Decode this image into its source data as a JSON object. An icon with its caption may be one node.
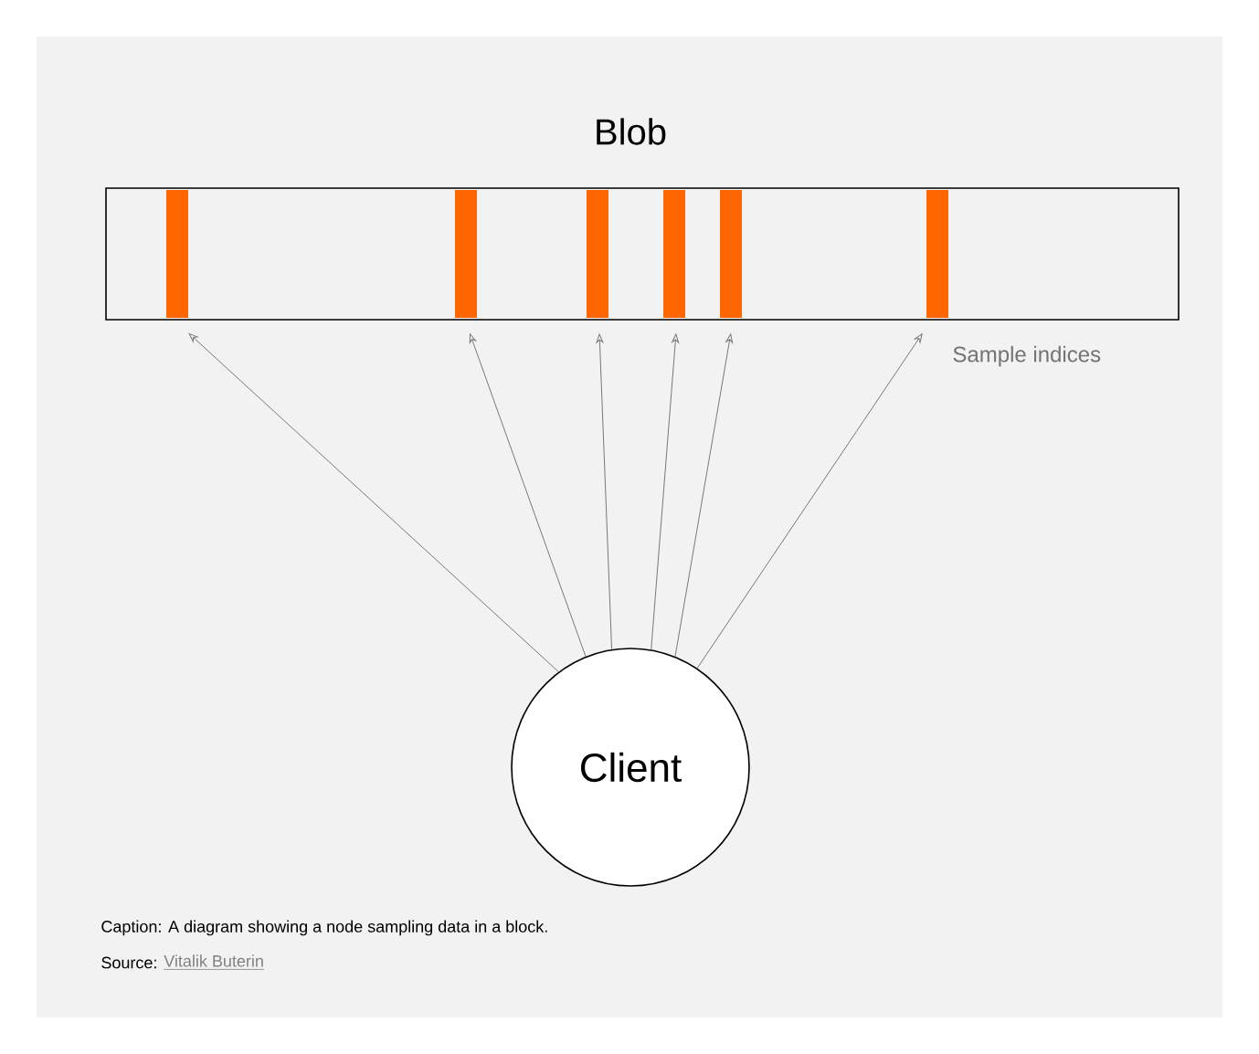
{
  "diagram": {
    "caption": "Caption: A diagram showing a node sampling data in a block.",
    "nodes": [
      {
        "text": [
          "Blob"
        ]
      },
      {
        "text": [],
        "shape": "bar",
        "in": 0
      },
      {
        "text": [],
        "shape": "bar",
        "in": 0
      },
      {
        "text": [],
        "shape": "bar",
        "in": 0
      },
      {
        "text": [],
        "shape": "bar",
        "in": 0
      },
      {
        "text": [],
        "shape": "bar",
        "in": 0
      },
      {
        "text": [],
        "shape": "bar",
        "in": 0
      },
      {
        "text": [
          "Client"
        ]
      }
    ],
    "edges": [
      {
        "from": 7,
        "to": 1,
        "arrow": "to"
      },
      {
        "from": 7,
        "to": 2,
        "arrow": "to"
      },
      {
        "from": 7,
        "to": 3,
        "arrow": "to"
      },
      {
        "from": 7,
        "to": 4,
        "arrow": "to"
      },
      {
        "from": 7,
        "to": 5,
        "arrow": "to"
      },
      {
        "from": 7,
        "to": 6,
        "arrow": "to"
      }
    ],
    "labels": [
      "Sample indices",
      "Source:",
      "Vitalik Buterin"
    ]
  }
}
